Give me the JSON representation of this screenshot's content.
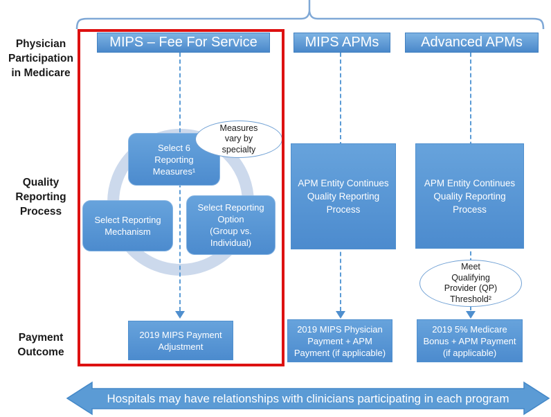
{
  "diagram": {
    "row_labels": {
      "participation": "Physician\nParticipation\nin Medicare",
      "quality": "Quality\nReporting\nProcess",
      "payment": "Payment\nOutcome"
    },
    "columns": {
      "mips_ffs": {
        "header": "MIPS – Fee For Service",
        "cycle": {
          "measures": "Select 6\nReporting\nMeasures¹",
          "mechanism": "Select Reporting\nMechanism",
          "option": "Select Reporting\nOption\n(Group vs.\nIndividual)"
        },
        "callout": "Measures\nvary by\nspecialty",
        "outcome": "2019 MIPS Payment\nAdjustment"
      },
      "mips_apms": {
        "header": "MIPS APMs",
        "process": "APM Entity Continues\nQuality Reporting\nProcess",
        "outcome": "2019 MIPS Physician\nPayment + APM\nPayment (if applicable)"
      },
      "advanced_apms": {
        "header": "Advanced APMs",
        "process": "APM Entity Continues\nQuality Reporting\nProcess",
        "threshold": "Meet\nQualifying\nProvider (QP)\nThreshold²",
        "outcome": "2019 5% Medicare\nBonus + APM Payment\n(if applicable)"
      }
    },
    "footer_arrow": "Hospitals may have relationships with clinicians participating in each program",
    "colors": {
      "box_blue": "#5b9bd5",
      "box_blue_dark": "#4c8bce",
      "pale_ring": "#ccd9ec",
      "highlight_red": "#dd1111",
      "text_white": "#ffffff",
      "text_black": "#1a1a1a"
    }
  }
}
